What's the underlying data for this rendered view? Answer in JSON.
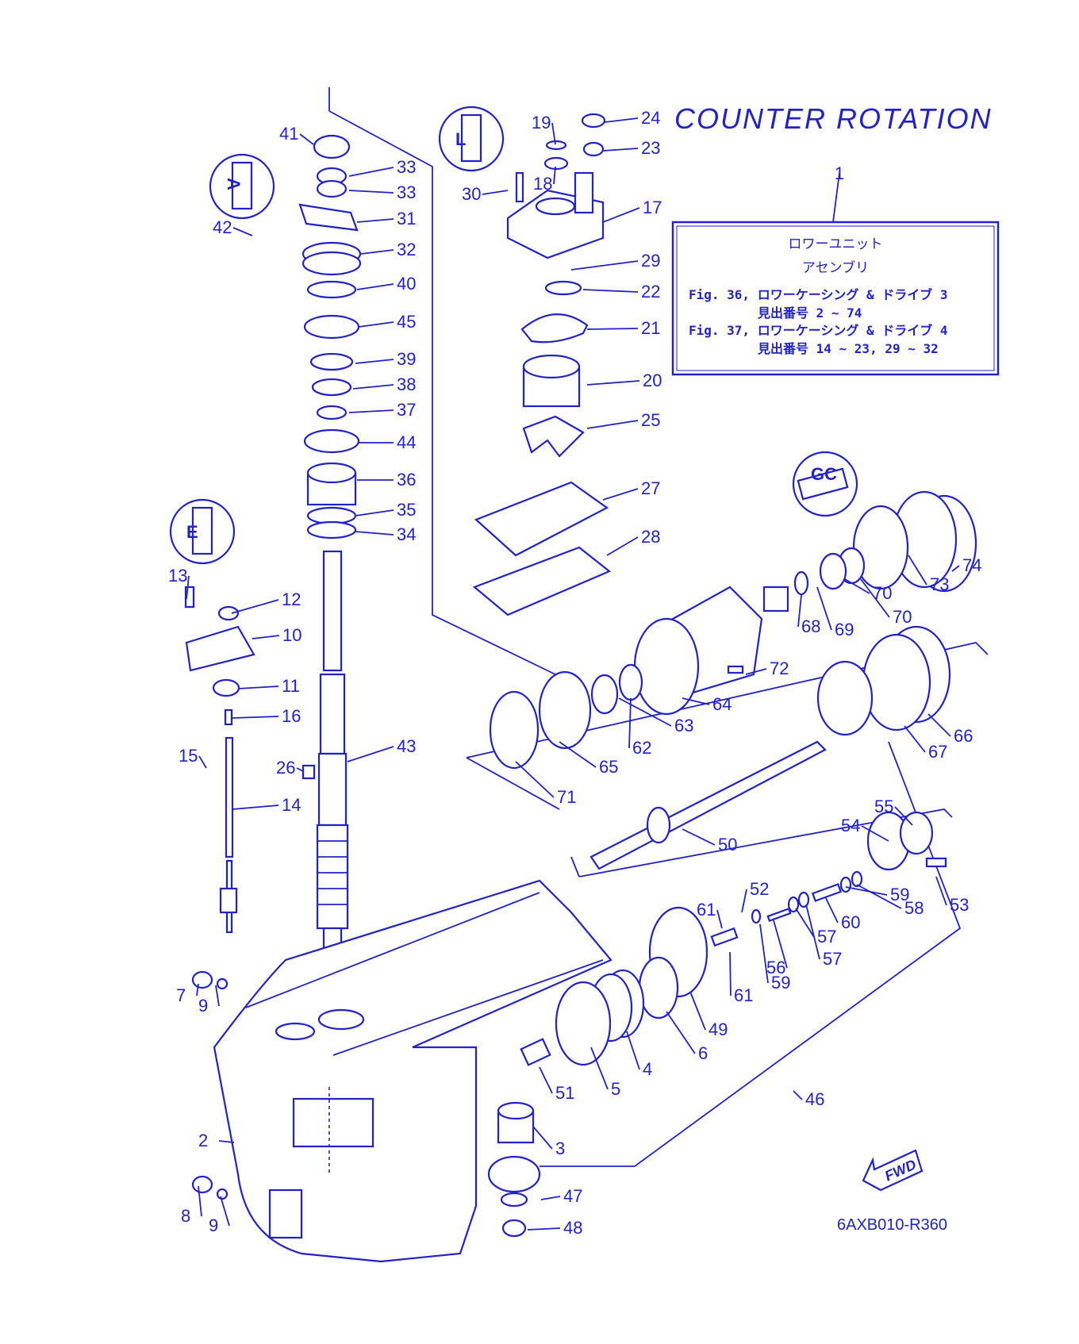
{
  "title": "COUNTER ROTATION",
  "legend": {
    "ref_number": "1",
    "line1": "ロワーユニット",
    "line2": "アセンブリ",
    "fig36": "Fig. 36, ロワーケーシング & ドライブ 3",
    "fig36_range": "見出番号 2 ~ 74",
    "fig37": "Fig. 37, ロワーケーシング & ドライブ 4",
    "fig37_range": "見出番号 14 ~ 23, 29 ~ 32"
  },
  "diagram_code": "6AXB010-R360",
  "direction_badge": "FWD",
  "callouts": [
    "2",
    "3",
    "4",
    "5",
    "6",
    "7",
    "8",
    "9",
    "9",
    "10",
    "11",
    "12",
    "13",
    "14",
    "15",
    "16",
    "17",
    "18",
    "19",
    "20",
    "21",
    "22",
    "23",
    "24",
    "25",
    "26",
    "27",
    "28",
    "29",
    "30",
    "31",
    "32",
    "33",
    "33",
    "34",
    "35",
    "36",
    "37",
    "38",
    "39",
    "40",
    "41",
    "42",
    "43",
    "44",
    "45",
    "46",
    "47",
    "48",
    "49",
    "50",
    "51",
    "52",
    "53",
    "54",
    "55",
    "56",
    "57",
    "57",
    "58",
    "59",
    "59",
    "60",
    "61",
    "61",
    "62",
    "63",
    "64",
    "65",
    "66",
    "67",
    "68",
    "69",
    "70",
    "70",
    "71",
    "72",
    "73",
    "74"
  ],
  "icons": [
    "grease-a-icon",
    "grease-d-icon",
    "grease-e-icon",
    "sealant-icon",
    "fwd-arrow-icon"
  ],
  "colors": {
    "ink": "#2222cc",
    "paper": "#ffffff"
  }
}
